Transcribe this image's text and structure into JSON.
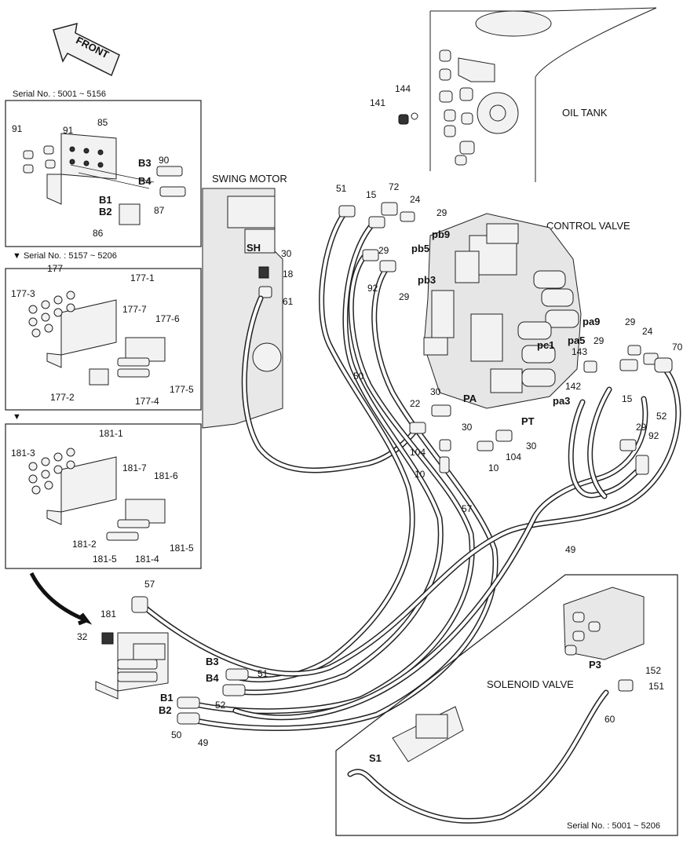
{
  "titles": {
    "front": "FRONT",
    "oil_tank": "OIL TANK",
    "swing_motor": "SWING MOTOR",
    "control_valve": "CONTROL VALVE",
    "solenoid_valve": "SOLENOID VALVE"
  },
  "serials": {
    "box1": "Serial No. : 5001 ~ 5156",
    "box2": "▼ Serial No. : 5157 ~ 5206",
    "box3_marker": "▼",
    "solenoid_box": "Serial No. : 5001 ~ 5206"
  },
  "box1_labels": {
    "l91a": "91",
    "l91b": "91",
    "l85": "85",
    "lB3": "B3",
    "l90": "90",
    "lB4": "B4",
    "lB1": "B1",
    "lB2": "B2",
    "l87": "87",
    "l86": "86"
  },
  "box2_labels": {
    "l177": "177",
    "l177_1": "177-1",
    "l177_3": "177-3",
    "l177_7": "177-7",
    "l177_6": "177-6",
    "l177_5": "177-5",
    "l177_2": "177-2",
    "l177_4": "177-4"
  },
  "box3_labels": {
    "l181_1": "181-1",
    "l181_3": "181-3",
    "l181_7": "181-7",
    "l181_6": "181-6",
    "l181_2": "181-2",
    "l181_5a": "181-5",
    "l181_5b": "181-5",
    "l181_4": "181-4"
  },
  "main_labels": {
    "l144": "144",
    "l141": "141",
    "l51a": "51",
    "l15a": "15",
    "l72": "72",
    "l24a": "24",
    "l29a": "29",
    "lpb9": "pb9",
    "lpb5": "pb5",
    "l29b": "29",
    "l92a": "92",
    "l29c": "29",
    "lpb3": "pb3",
    "lSH": "SH",
    "l30a": "30",
    "l18": "18",
    "l61": "61",
    "lpa9": "pa9",
    "l29d": "29",
    "l24b": "24",
    "l70": "70",
    "lpa5": "pa5",
    "l143": "143",
    "l29e": "29",
    "lpc1": "pc1",
    "l50a": "50",
    "l142": "142",
    "l15b": "15",
    "l52a": "52",
    "l30b": "30",
    "lPA": "PA",
    "l22": "22",
    "lpa3": "pa3",
    "lPT": "PT",
    "l30c": "30",
    "l29f": "29",
    "l92b": "92",
    "l104a": "104",
    "l104b": "104",
    "l30d": "30",
    "l10a": "10",
    "l10b": "10",
    "l57a": "57",
    "l49a": "49",
    "l57b": "57",
    "l181": "181",
    "l32": "32",
    "lB3m": "B3",
    "lB4m": "B4",
    "l51b": "51",
    "lB1m": "B1",
    "lB2m": "B2",
    "l52b": "52",
    "l50b": "50",
    "l49b": "49",
    "lP3": "P3",
    "l152": "152",
    "l151": "151",
    "l60": "60",
    "lS1": "S1"
  }
}
